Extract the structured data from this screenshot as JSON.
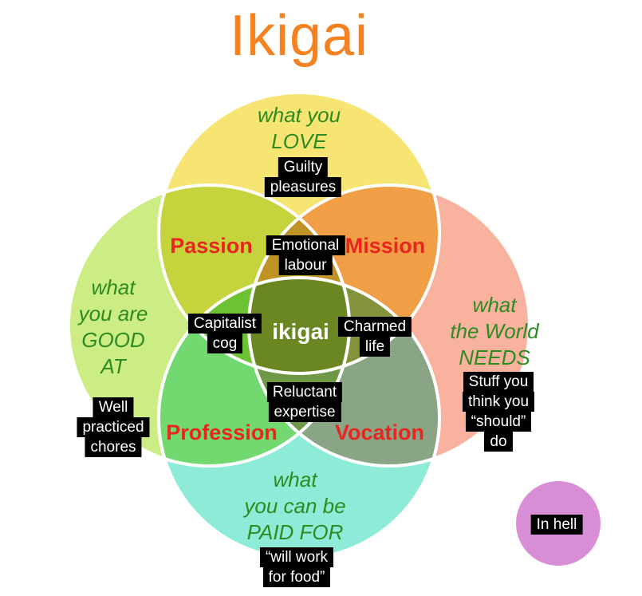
{
  "title": "Ikigai",
  "colors": {
    "title": "#f58220",
    "love_fill": "#f6e473",
    "good_fill": "#ccec84",
    "needs_fill": "#f9b29e",
    "paid_fill": "#8debd8",
    "hell_fill": "#d88ed6",
    "green_text": "#2e8b22",
    "red_text": "#e8261f",
    "outline": "#ffffff",
    "tag_bg": "#000000",
    "tag_text": "#ffffff"
  },
  "venn": {
    "love": {
      "lines": [
        "what you",
        "LOVE"
      ]
    },
    "good": {
      "lines": [
        "what",
        "you are",
        "GOOD",
        "AT"
      ]
    },
    "needs": {
      "lines": [
        "what",
        "the World",
        "NEEDS"
      ]
    },
    "paid": {
      "lines": [
        "what",
        "you can be",
        "PAID FOR"
      ]
    },
    "passion": "Passion",
    "mission": "Mission",
    "profession": "Profession",
    "vocation": "Vocation",
    "center": "ikigai"
  },
  "tags": {
    "guilty": [
      "Guilty",
      "pleasures"
    ],
    "emotional": [
      "Emotional",
      "labour"
    ],
    "capitalist": [
      "Capitalist",
      "cog"
    ],
    "charmed": [
      "Charmed",
      "life"
    ],
    "reluctant": [
      "Reluctant",
      "expertise"
    ],
    "chores": [
      "Well",
      "practiced",
      "chores"
    ],
    "should": [
      "Stuff you",
      "think you",
      "“should”",
      "do"
    ],
    "food": [
      "“will work",
      "for food”"
    ],
    "hell": [
      "In hell"
    ]
  }
}
